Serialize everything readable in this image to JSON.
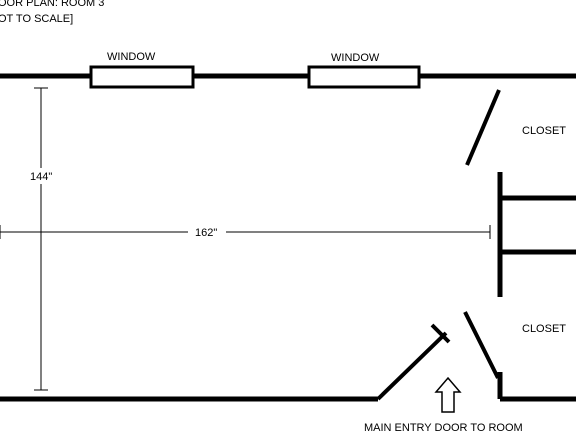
{
  "title": {
    "line1": "OOR PLAN: ROOM 3",
    "line2": "OT TO SCALE]"
  },
  "windows": [
    {
      "label": "WINDOW"
    },
    {
      "label": "WINDOW"
    }
  ],
  "closets": [
    {
      "label": "CLOSET"
    },
    {
      "label": "CLOSET"
    }
  ],
  "dimensions": {
    "height_label": "144\"",
    "width_label": "162\""
  },
  "entry": {
    "label": "MAIN ENTRY DOOR TO ROOM"
  }
}
